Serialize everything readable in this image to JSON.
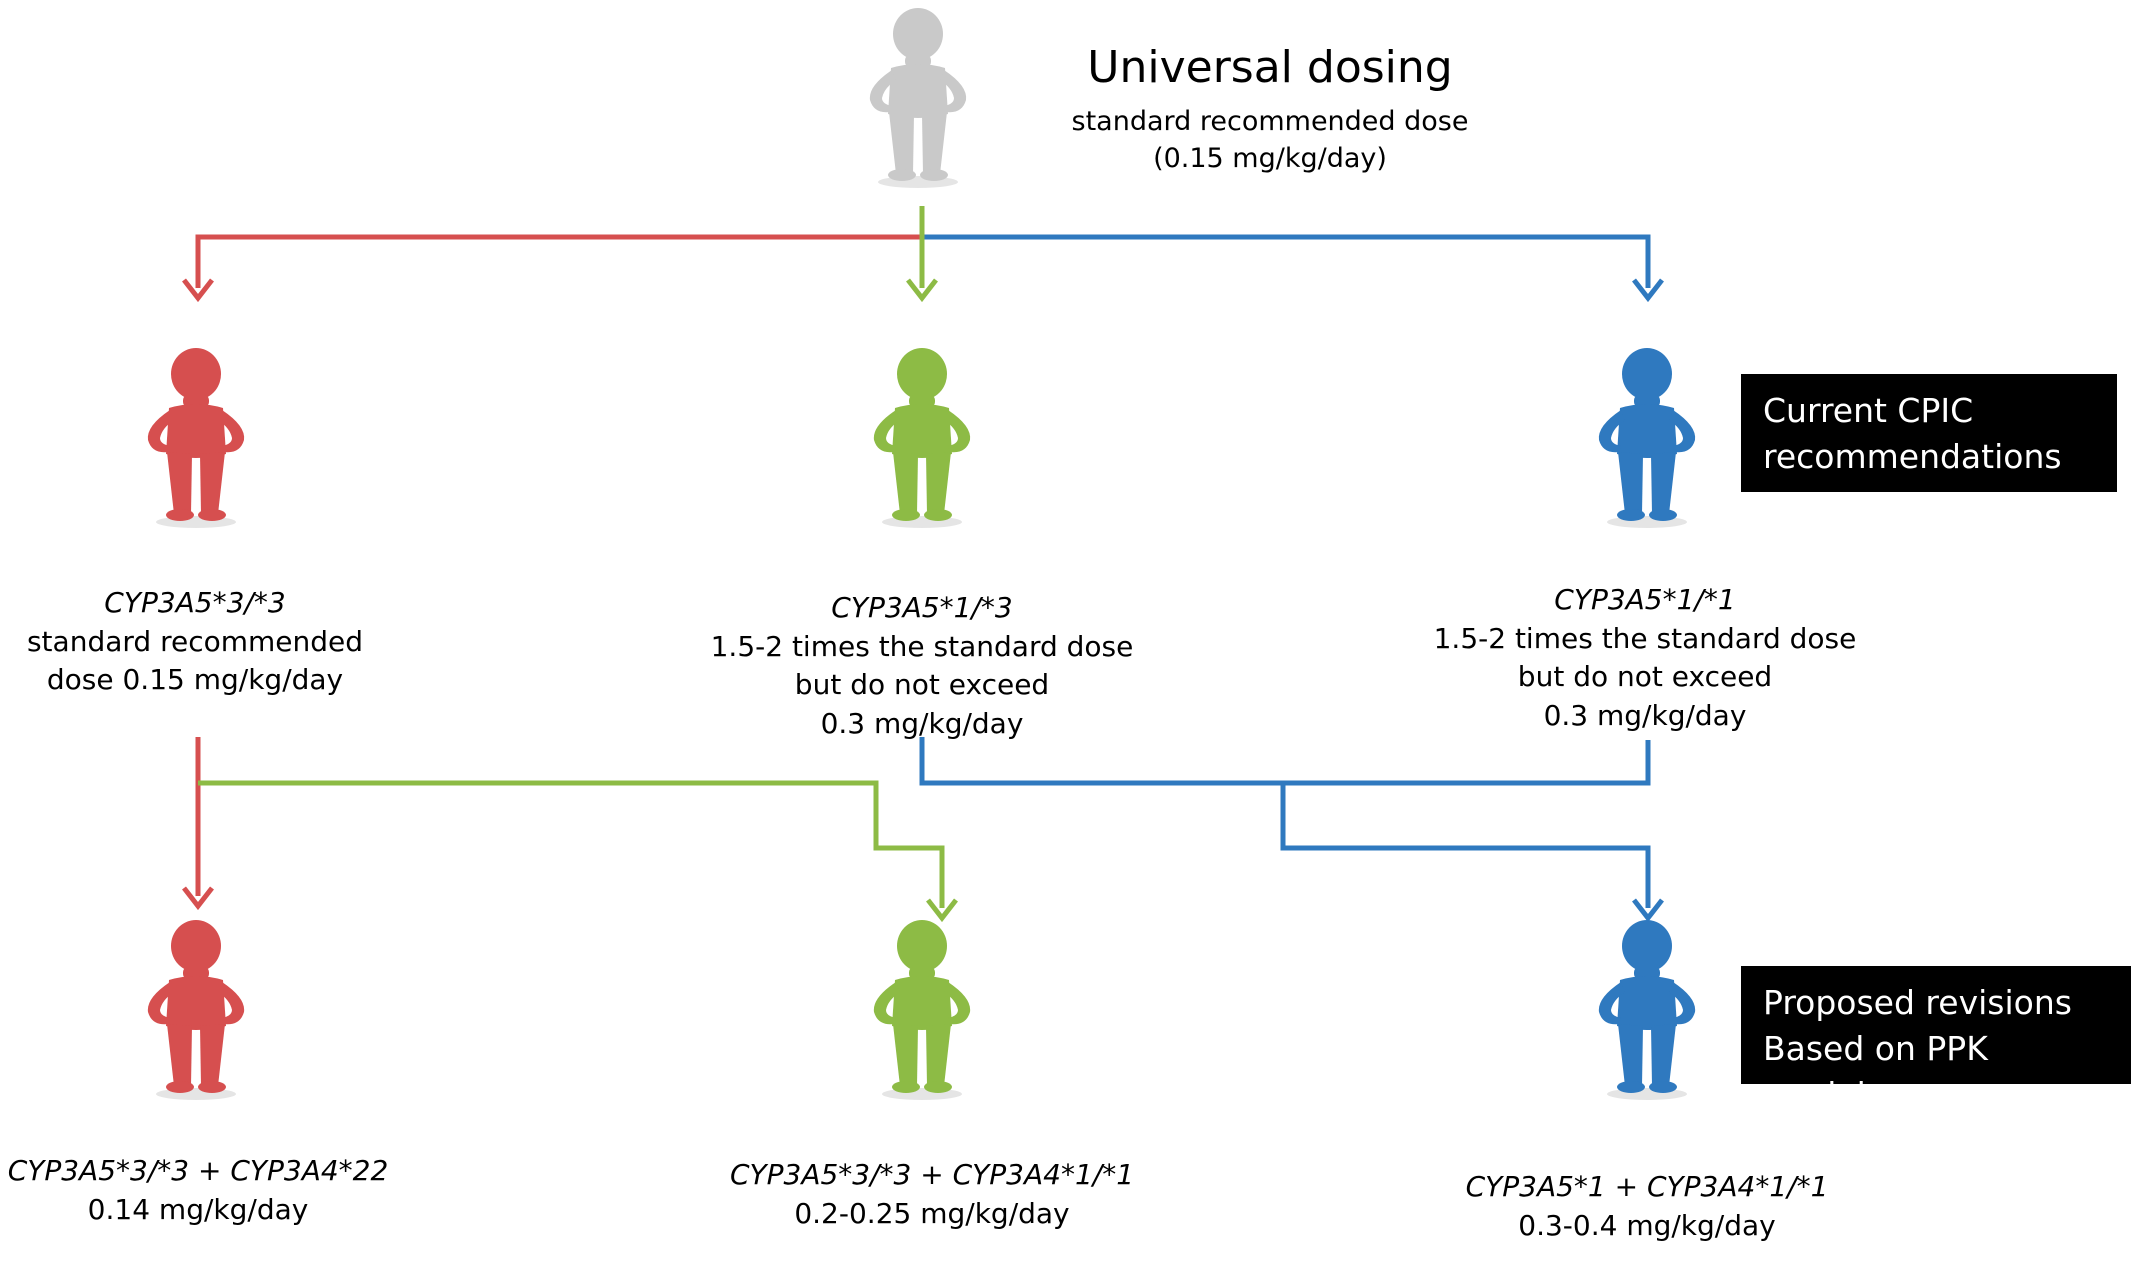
{
  "colors": {
    "red": "#d64f4f",
    "green": "#8dbb45",
    "blue": "#2f79bf",
    "gray": "#c9c9c9"
  },
  "top": {
    "title": "Universal dosing",
    "line1": "standard recommended dose",
    "line2": "(0.15 mg/kg/day)"
  },
  "tier1": {
    "red": {
      "gene": "CYP3A5*3/*3",
      "line1": "standard recommended",
      "line2": "dose 0.15 mg/kg/day"
    },
    "green": {
      "gene": "CYP3A5*1/*3",
      "line1": "1.5-2 times the standard  dose",
      "line2": "but do not exceed",
      "line3": "0.3 mg/kg/day"
    },
    "blue": {
      "gene": "CYP3A5*1/*1",
      "line1": "1.5-2 times the standard  dose",
      "line2": "but do not exceed",
      "line3": "0.3 mg/kg/day"
    }
  },
  "tier2": {
    "red": {
      "gene": "CYP3A5*3/*3 + CYP3A4*22",
      "dose": "0.14 mg/kg/day"
    },
    "green": {
      "gene": "CYP3A5*3/*3 + CYP3A4*1/*1",
      "dose": "0.2-0.25 mg/kg/day"
    },
    "blue": {
      "gene": "CYP3A5*1 + CYP3A4*1/*1",
      "dose": "0.3-0.4 mg/kg/day"
    }
  },
  "boxes": {
    "cpic": {
      "line1": "Current CPIC",
      "line2": "recommendations"
    },
    "proposed": {
      "line1": "Proposed revisions",
      "line2": "Based on PPK models"
    }
  }
}
